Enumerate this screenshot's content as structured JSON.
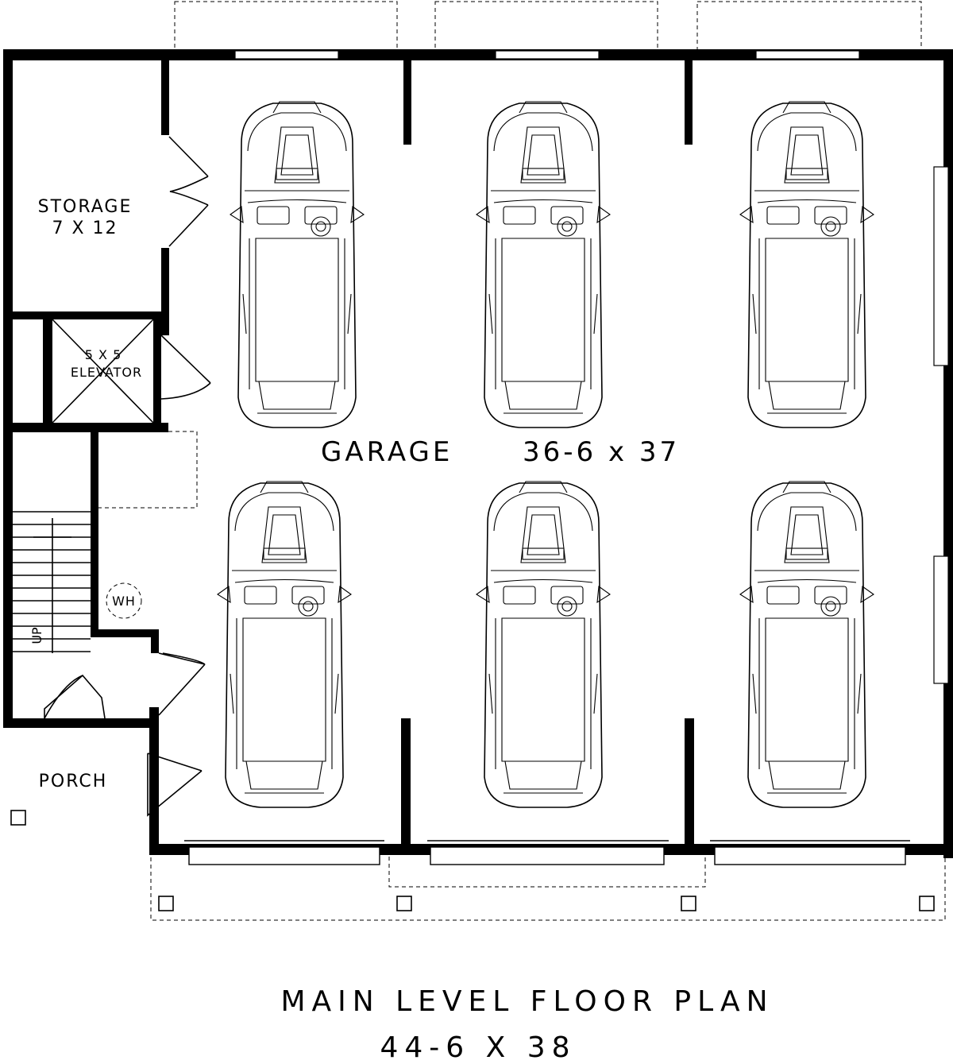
{
  "labels": {
    "storage_name": "STORAGE",
    "storage_size": "7 X 12",
    "elevator_size": "5 X 5",
    "elevator_name": "ELEVATOR",
    "garage_name": "GARAGE",
    "garage_size": "36-6 x 37",
    "water_heater": "WH",
    "stairs": "UP",
    "porch_name": "PORCH",
    "plan_title": "MAIN LEVEL FLOOR PLAN",
    "plan_size": "44-6 X 38"
  },
  "vehicles": {
    "top_row_count": 3,
    "bottom_row_count": 3
  }
}
